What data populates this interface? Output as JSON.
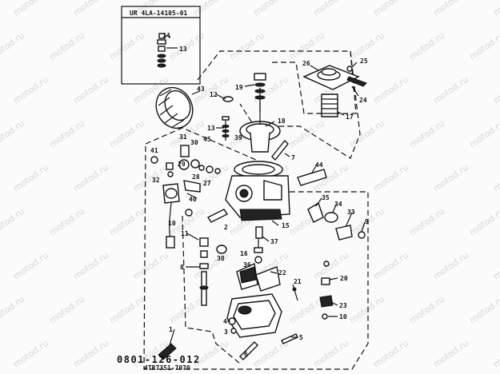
{
  "inset_title": "UR 4LA-14105-01",
  "watermark": "motod.ru",
  "drawing_code": "0801-126-012",
  "part_number_code": "4TR7351-7070",
  "callouts": [
    {
      "id": "c14",
      "text": "14"
    },
    {
      "id": "c13a",
      "text": "13"
    },
    {
      "id": "c43",
      "text": "43"
    },
    {
      "id": "c12",
      "text": "12"
    },
    {
      "id": "c13b",
      "text": "13"
    },
    {
      "id": "c19",
      "text": "19"
    },
    {
      "id": "c45",
      "text": "45"
    },
    {
      "id": "c18",
      "text": "18"
    },
    {
      "id": "c26",
      "text": "26"
    },
    {
      "id": "c25",
      "text": "25"
    },
    {
      "id": "c24",
      "text": "24"
    },
    {
      "id": "c17",
      "text": "17"
    },
    {
      "id": "c7",
      "text": "7"
    },
    {
      "id": "c31",
      "text": "31"
    },
    {
      "id": "c30",
      "text": "30"
    },
    {
      "id": "c39",
      "text": "39"
    },
    {
      "id": "c41",
      "text": "41"
    },
    {
      "id": "c29",
      "text": "29"
    },
    {
      "id": "c32",
      "text": "32"
    },
    {
      "id": "c28",
      "text": "28"
    },
    {
      "id": "c27",
      "text": "27"
    },
    {
      "id": "c44",
      "text": "44"
    },
    {
      "id": "c40",
      "text": "40"
    },
    {
      "id": "c35",
      "text": "35"
    },
    {
      "id": "c34",
      "text": "34"
    },
    {
      "id": "c33",
      "text": "33"
    },
    {
      "id": "c9",
      "text": "9"
    },
    {
      "id": "c10a",
      "text": "10"
    },
    {
      "id": "c2",
      "text": "2"
    },
    {
      "id": "c15",
      "text": "15"
    },
    {
      "id": "c11",
      "text": "11"
    },
    {
      "id": "c37",
      "text": "37"
    },
    {
      "id": "c38",
      "text": "38"
    },
    {
      "id": "c16",
      "text": "16"
    },
    {
      "id": "c36",
      "text": "36"
    },
    {
      "id": "c8",
      "text": "8"
    },
    {
      "id": "c22",
      "text": "22"
    },
    {
      "id": "c21",
      "text": "21"
    },
    {
      "id": "c20",
      "text": "20"
    },
    {
      "id": "c23",
      "text": "23"
    },
    {
      "id": "c10b",
      "text": "10"
    },
    {
      "id": "c4",
      "text": "4"
    },
    {
      "id": "c3",
      "text": "3"
    },
    {
      "id": "c5",
      "text": "5"
    },
    {
      "id": "c1",
      "text": "1"
    },
    {
      "id": "c6",
      "text": "6"
    }
  ]
}
